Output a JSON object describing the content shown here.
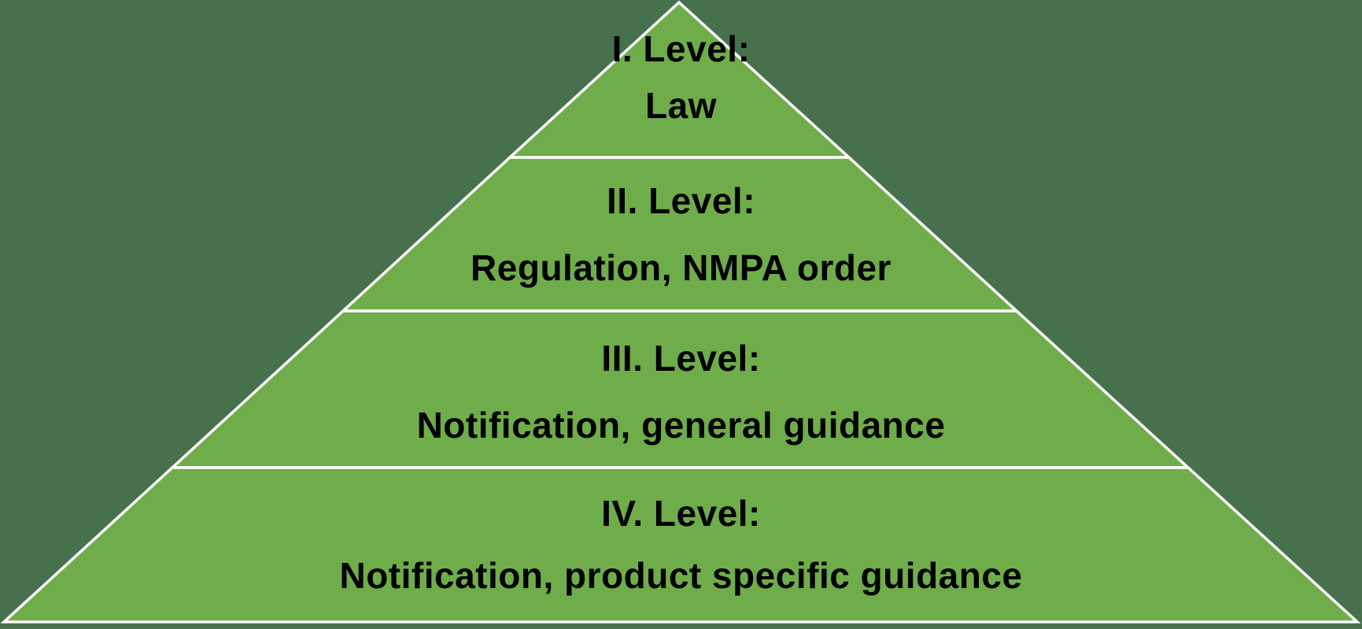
{
  "colors": {
    "canvas_background": "#47704d",
    "pyramid_fill": "#6fad4a",
    "outline": "#ffffff",
    "text": "#000000"
  },
  "pyramid": {
    "levels": [
      {
        "heading": "I. Level:",
        "detail": "Law"
      },
      {
        "heading": "II. Level:",
        "detail": "Regulation, NMPA order"
      },
      {
        "heading": "III. Level:",
        "detail": "Notification, general guidance"
      },
      {
        "heading": "IV. Level:",
        "detail": "Notification, product specific guidance"
      }
    ]
  }
}
